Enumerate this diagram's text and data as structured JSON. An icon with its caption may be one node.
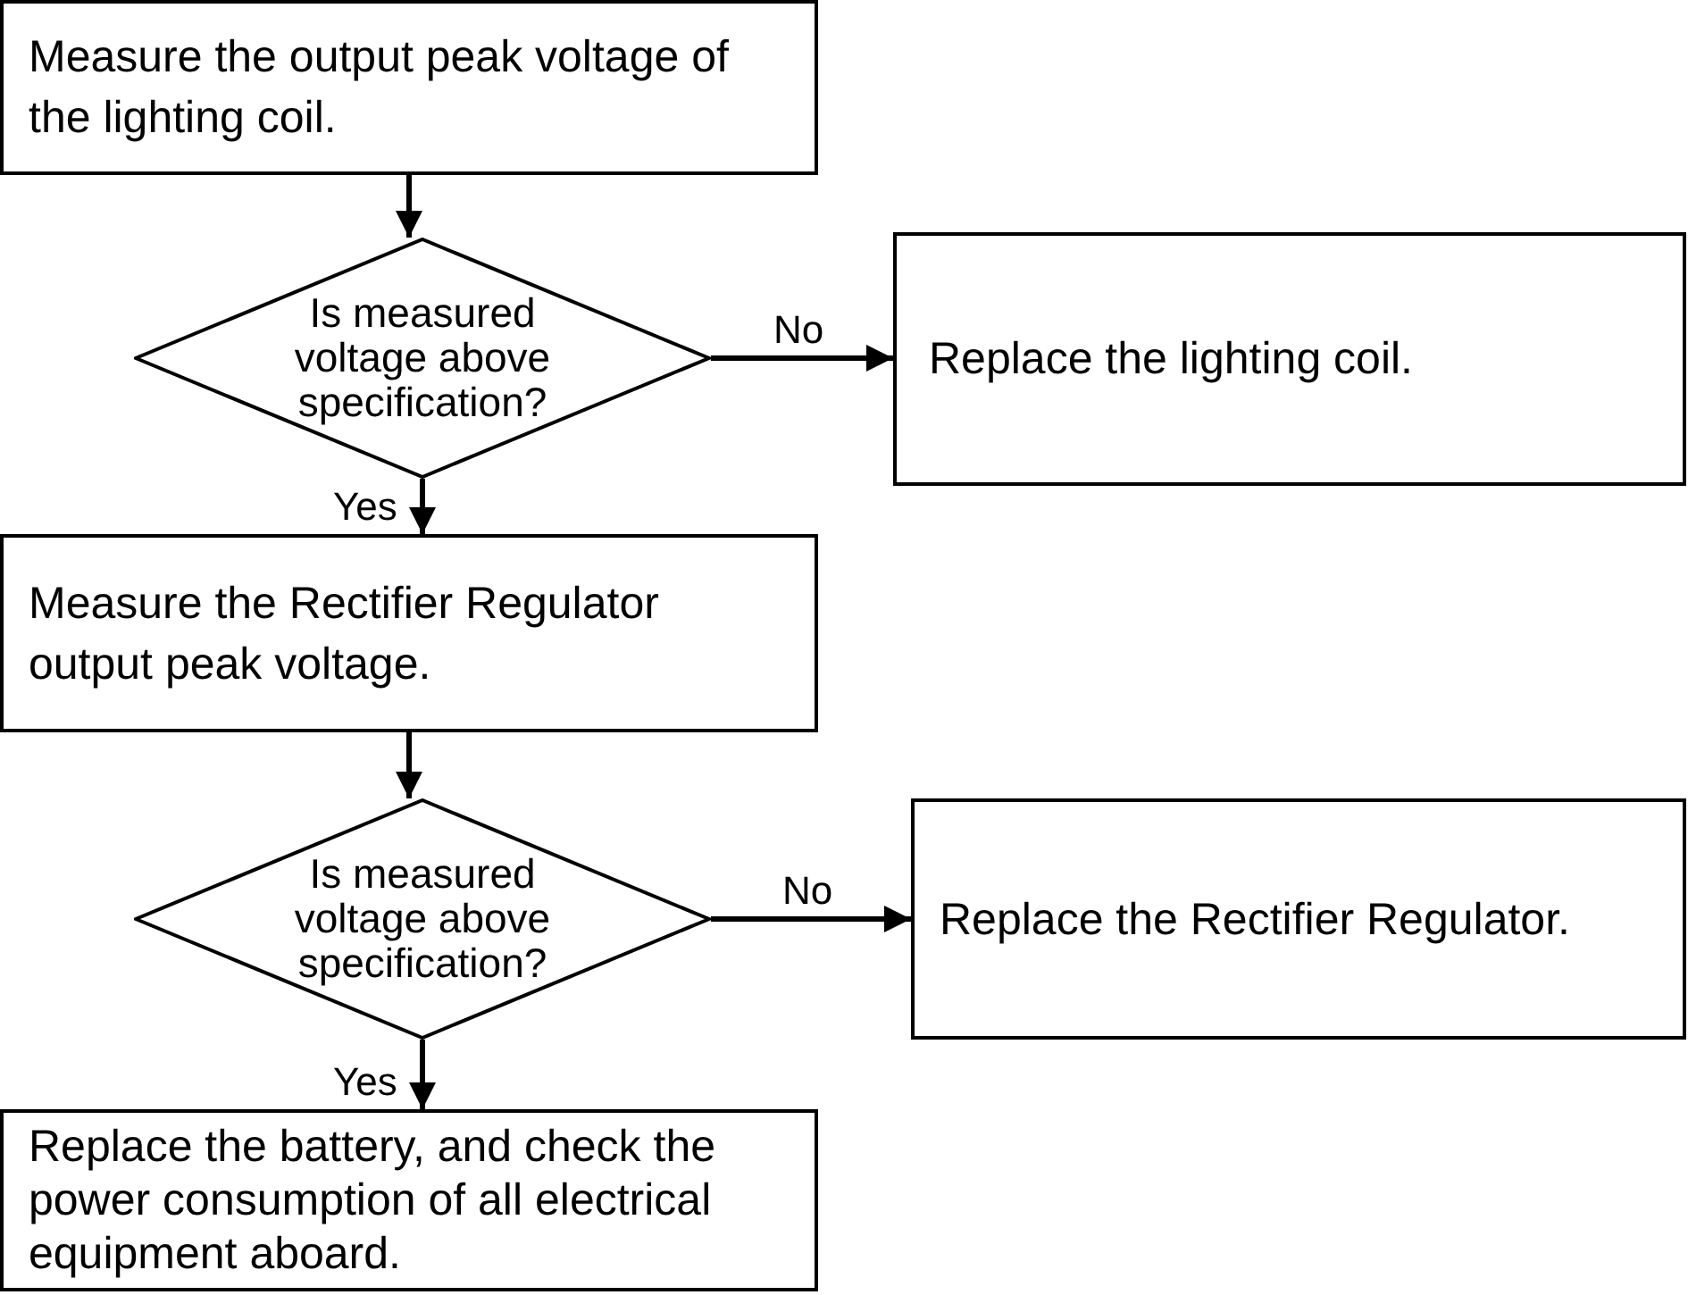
{
  "diagram": {
    "nodes": [
      {
        "text": [
          "Measure the output peak voltage of the lighting coil."
        ]
      },
      {
        "text": [
          "Is measured voltage above specification?"
        ]
      },
      {
        "text": [
          "Replace the lighting coil."
        ]
      },
      {
        "text": [
          "Measure the Rectifier Regulator output peak voltage."
        ]
      },
      {
        "text": [
          "Is measured voltage above specification?"
        ]
      },
      {
        "text": [
          "Replace the Rectifier Regulator."
        ]
      },
      {
        "text": [
          "Replace the battery, and check the power consumption of all electrical equipment aboard."
        ]
      }
    ],
    "edges": [
      {
        "from": 0,
        "to": 1,
        "arrow": "to"
      },
      {
        "from": 1,
        "to": 2,
        "arrow": "to",
        "label": "No"
      },
      {
        "from": 1,
        "to": 3,
        "arrow": "to",
        "label": "Yes"
      },
      {
        "from": 3,
        "to": 4,
        "arrow": "to"
      },
      {
        "from": 4,
        "to": 5,
        "arrow": "to",
        "label": "No"
      },
      {
        "from": 4,
        "to": 6,
        "arrow": "to",
        "label": "Yes"
      }
    ]
  }
}
